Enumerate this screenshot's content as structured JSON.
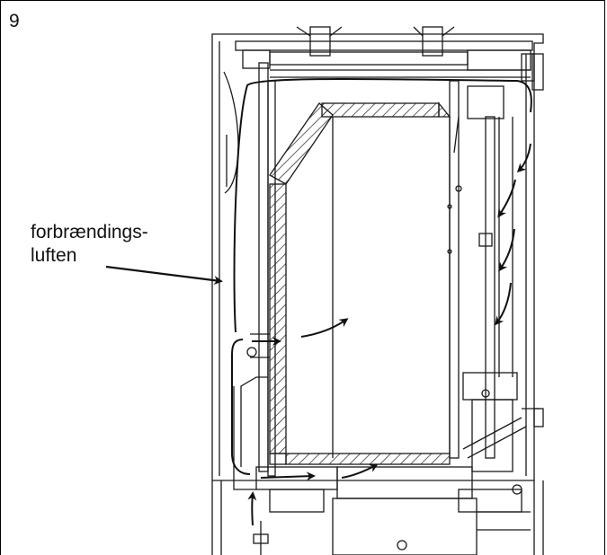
{
  "figure": {
    "number": "9",
    "callout_lines": [
      "forbrændings-",
      "luften"
    ]
  },
  "colors": {
    "line": "#1a1a1a",
    "background": "#ffffff"
  }
}
